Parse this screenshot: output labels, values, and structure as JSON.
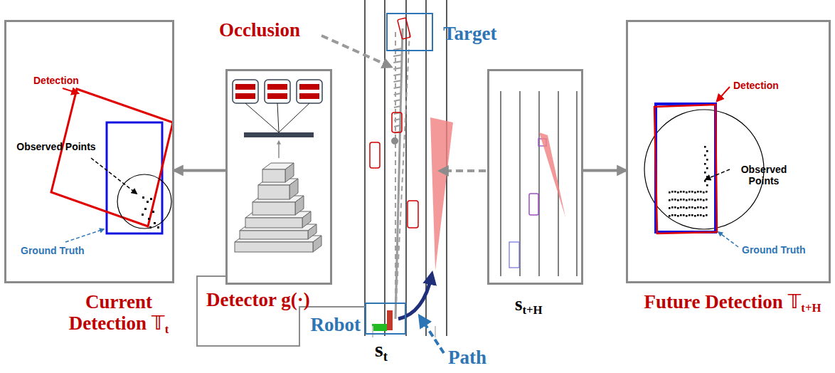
{
  "diagram": {
    "nodes": [
      {
        "text": [
          "Detection",
          "Observed Points",
          "Ground Truth",
          "Current Detection 𝕋t"
        ]
      },
      {
        "text": [
          "Detector g(·)"
        ]
      },
      {
        "text": [
          "Target"
        ]
      },
      {
        "text": [
          "Robot"
        ]
      },
      {
        "text": [
          "st+H"
        ]
      },
      {
        "text": [
          "Detection",
          "Observed Points",
          "Ground Truth",
          "Future Detection 𝕋t+H"
        ]
      }
    ],
    "edges": [
      {
        "from": 1,
        "to": 0,
        "arrow": "to"
      },
      {
        "from": 1,
        "to": 3,
        "arrow": "none"
      },
      {
        "from": 4,
        "to": 5,
        "arrow": "to"
      }
    ],
    "labels": [
      "Occlusion",
      "Path",
      "st"
    ]
  }
}
